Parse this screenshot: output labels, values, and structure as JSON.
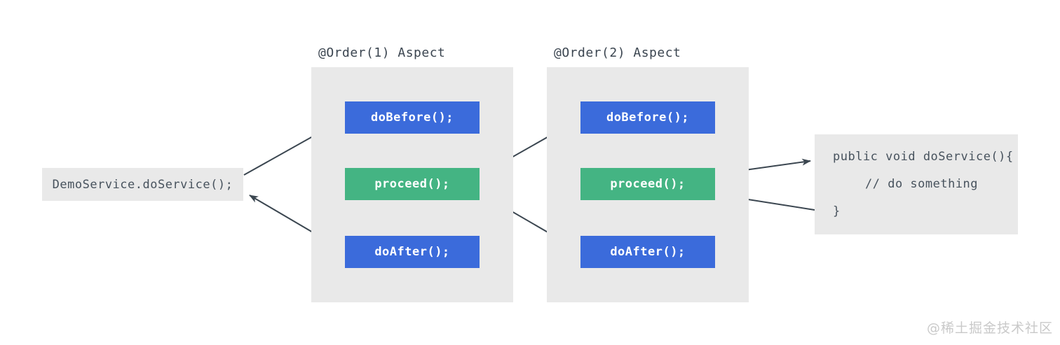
{
  "source_call": {
    "label": "DemoService.doService();"
  },
  "aspects": [
    {
      "title": "@Order(1) Aspect",
      "steps": [
        {
          "label": "doBefore();"
        },
        {
          "label": "proceed();"
        },
        {
          "label": "doAfter();"
        }
      ]
    },
    {
      "title": "@Order(2) Aspect",
      "steps": [
        {
          "label": "doBefore();"
        },
        {
          "label": "proceed();"
        },
        {
          "label": "doAfter();"
        }
      ]
    }
  ],
  "target_method": {
    "lines": [
      "public void doService(){",
      "// do something",
      "}"
    ]
  },
  "watermark": {
    "text": "@稀土掘金技术社区"
  },
  "colors": {
    "step_blue": "#3b6bdb",
    "step_green": "#44b483",
    "panel_gray": "#e9e9e9",
    "arrow": "#3b4650",
    "code_text": "#47525d",
    "title_text": "#3b4550",
    "watermark": "#c9c9c9"
  }
}
